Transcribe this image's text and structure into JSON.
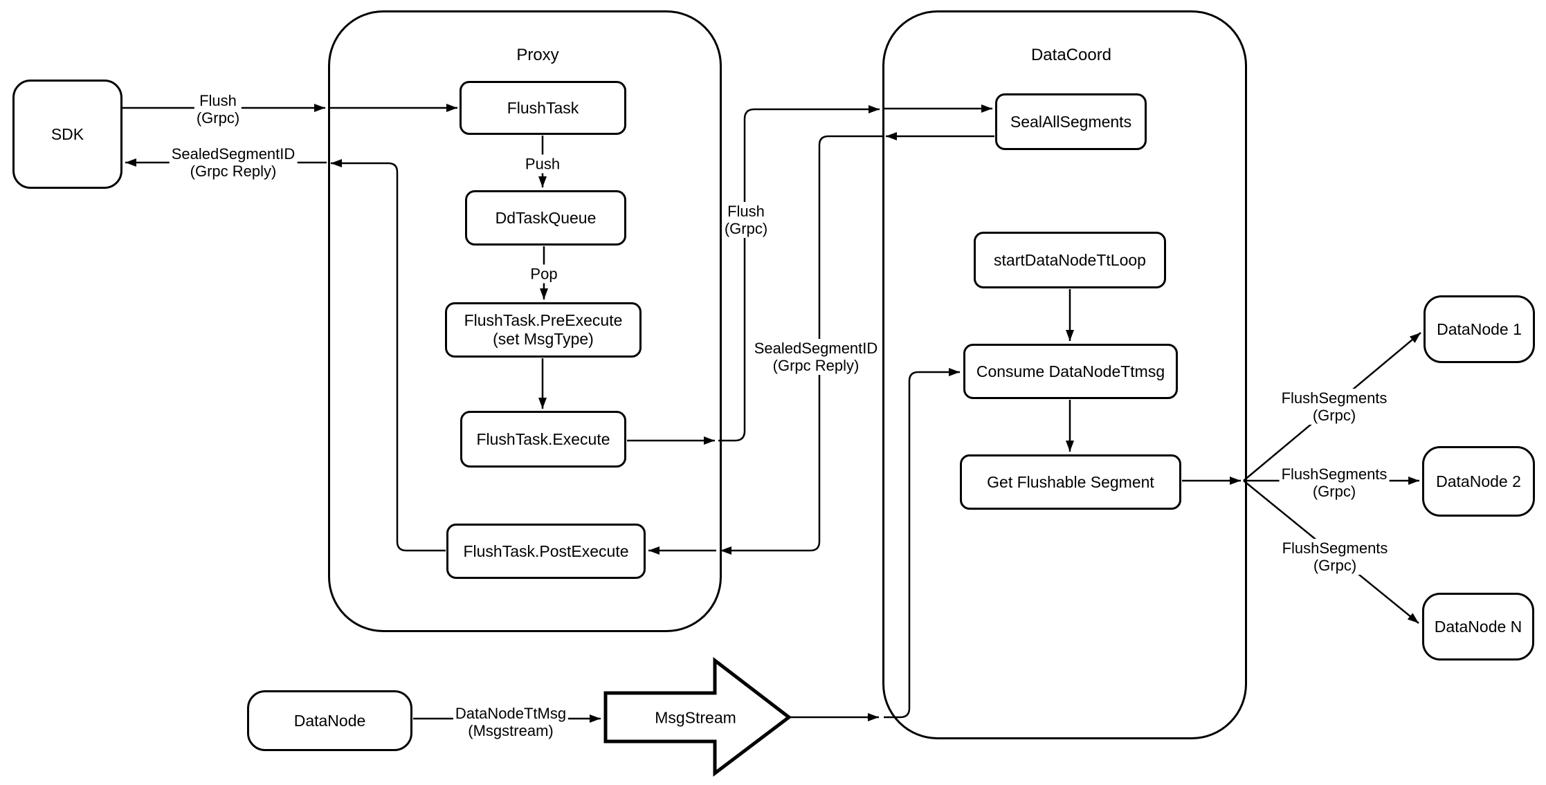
{
  "diagram": {
    "containers": {
      "proxy": {
        "label": "Proxy"
      },
      "datacoord": {
        "label": "DataCoord"
      }
    },
    "nodes": {
      "sdk": {
        "label": "SDK"
      },
      "flush_task": {
        "label": "FlushTask"
      },
      "dd_task_queue": {
        "label": "DdTaskQueue"
      },
      "pre_execute": {
        "line1": "FlushTask.PreExecute",
        "line2": "(set MsgType)"
      },
      "execute": {
        "label": "FlushTask.Execute"
      },
      "post_execute": {
        "label": "FlushTask.PostExecute"
      },
      "seal_all_segments": {
        "label": "SealAllSegments"
      },
      "start_data_node_tt_loop": {
        "label": "startDataNodeTtLoop"
      },
      "consume_data_node_ttmsg": {
        "label": "Consume DataNodeTtmsg"
      },
      "get_flushable_segment": {
        "label": "Get Flushable Segment"
      },
      "data_node_1": {
        "label": "DataNode 1"
      },
      "data_node_2": {
        "label": "DataNode 2"
      },
      "data_node_n": {
        "label": "DataNode N"
      },
      "data_node_source": {
        "label": "DataNode"
      },
      "msg_stream": {
        "label": "MsgStream"
      }
    },
    "edge_labels": {
      "flush_grpc_sdk": {
        "line1": "Flush",
        "line2": "(Grpc)"
      },
      "sealed_segment_id_sdk": {
        "line1": "SealedSegmentID",
        "line2": "(Grpc Reply)"
      },
      "push": {
        "label": "Push"
      },
      "pop": {
        "label": "Pop"
      },
      "flush_grpc_mid": {
        "line1": "Flush",
        "line2": "(Grpc)"
      },
      "sealed_segment_id_mid": {
        "line1": "SealedSegmentID",
        "line2": "(Grpc Reply)"
      },
      "data_node_tt_msg": {
        "line1": "DataNodeTtMsg",
        "line2": "(Msgstream)"
      },
      "flush_segments_1": {
        "line1": "FlushSegments",
        "line2": "(Grpc)"
      },
      "flush_segments_2": {
        "line1": "FlushSegments",
        "line2": "(Grpc)"
      },
      "flush_segments_3": {
        "line1": "FlushSegments",
        "line2": "(Grpc)"
      }
    },
    "colors": {
      "stroke": "#000000",
      "fill": "#ffffff",
      "background": "#ffffff"
    }
  }
}
